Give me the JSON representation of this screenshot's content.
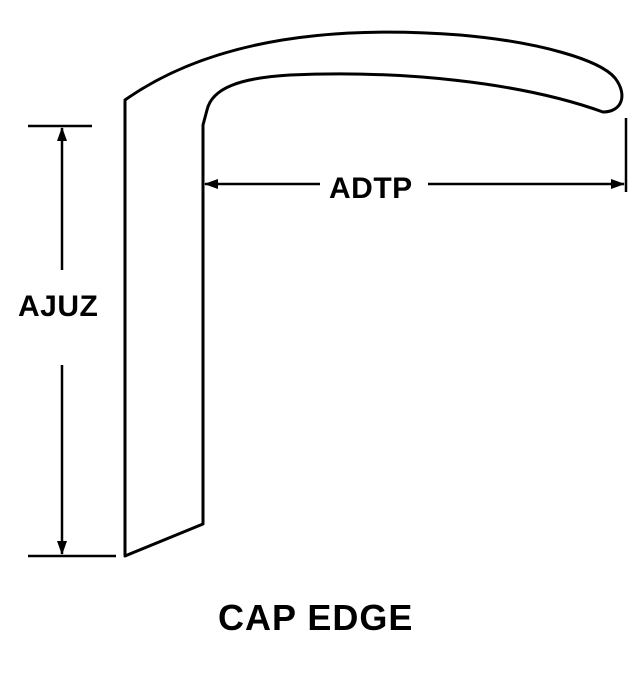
{
  "labels": {
    "width_dim": "ADTP",
    "height_dim": "AJUZ",
    "caption": "CAP EDGE"
  },
  "colors": {
    "line": "#000000",
    "background": "#ffffff"
  }
}
